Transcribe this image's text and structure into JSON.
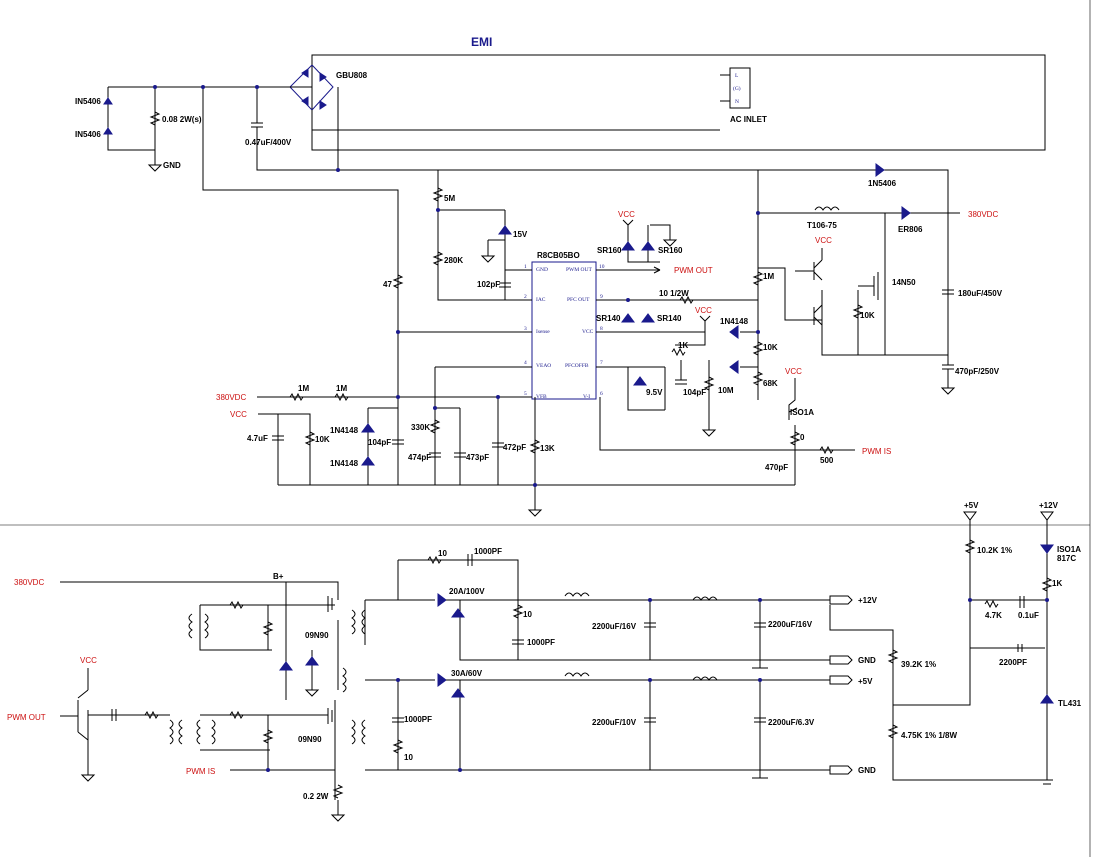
{
  "title": "EMI",
  "bridge": "GBU808",
  "ac_inlet": {
    "label": "AC INLET",
    "pins": [
      "L",
      "(G)",
      "N"
    ]
  },
  "ic": {
    "name": "R8CB05BO",
    "left_pins": [
      {
        "num": "1",
        "name": "GND"
      },
      {
        "num": "2",
        "name": "IAC"
      },
      {
        "num": "3",
        "name": "Isense"
      },
      {
        "num": "4",
        "name": "VEAO"
      },
      {
        "num": "5",
        "name": "VFB"
      }
    ],
    "right_pins": [
      {
        "num": "10",
        "name": "PWM OUT"
      },
      {
        "num": "9",
        "name": "PFC OUT"
      },
      {
        "num": "8",
        "name": "VCC"
      },
      {
        "num": "7",
        "name": "PFCOFFB"
      },
      {
        "num": "6",
        "name": "V-I"
      }
    ]
  },
  "labels": {
    "d_in1": "IN5406",
    "d_in2": "IN5406",
    "r_sense": "0.08 2W(s)",
    "gnd1": "GND",
    "cap_bulk": "0.47uF/400V",
    "d_1n5406": "1N5406",
    "r5m": "5M",
    "z15v": "15V",
    "r280k": "280K",
    "c102pf": "102pF",
    "r47": "47",
    "vcc_a": "VCC",
    "vcc_b": "VCC",
    "vcc_c": "VCC",
    "vcc_d": "VCC",
    "vcc_e": "VCC",
    "sr160a": "SR160",
    "sr160b": "SR160",
    "pwm_out": "PWM OUT",
    "r10_12w": "10 1/2W",
    "sr140a": "SR140",
    "sr140b": "SR140",
    "d1n4148a": "1N4148",
    "d1n4148b": "1N4148",
    "d1n4148c": "1N4148",
    "r1k": "1K",
    "z9v5": "9.5V",
    "c104pf_b": "104pF",
    "r10m": "10M",
    "r1m_a": "1M",
    "r10k_a": "10K",
    "r68k": "68K",
    "iso1a": "ISO1A",
    "r0": "0",
    "t106": "T106-75",
    "er806": "ER806",
    "v380_a": "380VDC",
    "v380_b": "380VDC",
    "v380_c": "380VDC",
    "q14n50": "14N50",
    "r10k_b": "10K",
    "c180u": "180uF/450V",
    "c470p250": "470pF/250V",
    "r1m_b": "1M",
    "r1m_c": "1M",
    "c47u": "4.7uF",
    "r10k_c": "10K",
    "c104pf_a": "104pF",
    "r330k": "330K",
    "c474pf": "474pF",
    "c473pf": "473pF",
    "c472pf": "472pF",
    "r13k": "13K",
    "r500": "500",
    "pwm_is": "PWM IS",
    "c470pf": "470pF",
    "bplus": "B+",
    "r10_snub": "10",
    "c1000pf_a": "1000PF",
    "d20a": "20A/100V",
    "r10_b": "10",
    "c1000pf_b": "1000PF",
    "c2200_16a": "2200uF/16V",
    "c2200_16b": "2200uF/16V",
    "out12": "+12V",
    "out_gnd_a": "GND",
    "d30a": "30A/60V",
    "c1000pf_c": "1000PF",
    "r10_c": "10",
    "c2200_10": "2200uF/10V",
    "c2200_63": "2200uF/6.3V",
    "out5": "+5V",
    "out_gnd_b": "GND",
    "q09n90a": "09N90",
    "q09n90b": "09N90",
    "pwm_out_b": "PWM OUT",
    "pwm_is_b": "PWM IS",
    "r02": "0.2 2W",
    "p5v": "+5V",
    "p12v": "+12V",
    "r10k2": "10.2K 1%",
    "iso817a": "ISO1A",
    "iso817b": "817C",
    "r1k_b": "1K",
    "r4k7": "4.7K",
    "c01u": "0.1uF",
    "c2200pf": "2200PF",
    "r39k": "39.2K 1%",
    "r475k": "4.75K 1% 1/8W",
    "tl431": "TL431"
  }
}
